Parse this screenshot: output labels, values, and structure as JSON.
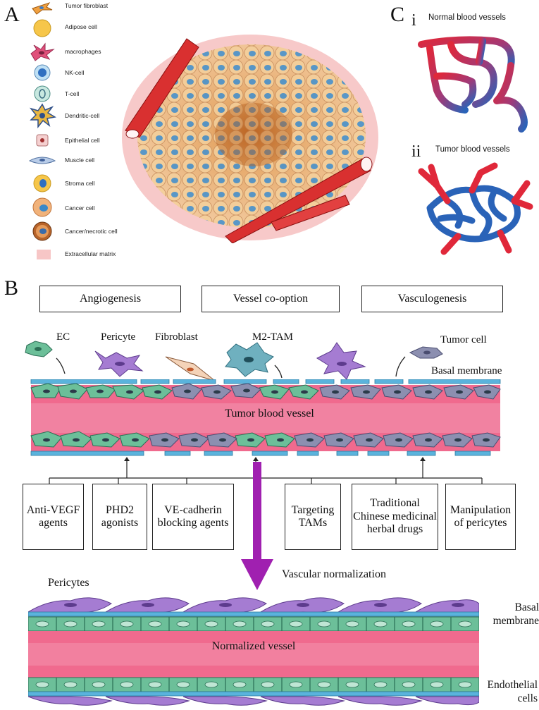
{
  "panel_a": {
    "letter": "A",
    "legend": [
      {
        "label": "Tumor fibroblast",
        "icon": "tumor-fibroblast-icon"
      },
      {
        "label": "Adipose cell",
        "icon": "adipose-cell-icon"
      },
      {
        "label": "macrophages",
        "icon": "macrophage-icon"
      },
      {
        "label": "NK-cell",
        "icon": "nk-cell-icon"
      },
      {
        "label": "T-cell",
        "icon": "t-cell-icon"
      },
      {
        "label": "Dendritic-cell",
        "icon": "dendritic-cell-icon"
      },
      {
        "label": "Epithelial cell",
        "icon": "epithelial-cell-icon"
      },
      {
        "label": "Muscle cell",
        "icon": "muscle-cell-icon"
      },
      {
        "label": "Stroma cell",
        "icon": "stroma-cell-icon"
      },
      {
        "label": "Cancer cell",
        "icon": "cancer-cell-icon"
      },
      {
        "label": "Cancer/necrotic cell",
        "icon": "necrotic-cell-icon"
      },
      {
        "label": "Extracellular matrix",
        "icon": "ecm-swatch"
      }
    ]
  },
  "panel_c": {
    "letter": "C",
    "i_label": "i",
    "i_title": "Normal blood vessels",
    "ii_label": "ii",
    "ii_title": "Tumor blood vessels"
  },
  "panel_b": {
    "letter": "B",
    "top_boxes": [
      "Angiogenesis",
      "Vessel co-option",
      "Vasculogenesis"
    ],
    "cell_labels": {
      "ec": "EC",
      "pericyte": "Pericyte",
      "fibroblast": "Fibroblast",
      "m2_tam": "M2-TAM",
      "tumor_cell": "Tumor cell",
      "basal_membrane": "Basal membrane"
    },
    "vessel_label": "Tumor blood vessel",
    "treatments": [
      "Anti-VEGF agents",
      "PHD2 agonists",
      "VE-cadherin blocking agents",
      "Targeting TAMs",
      "Traditional Chinese medicinal herbal drugs",
      "Manipulation of pericytes"
    ],
    "arrow_label": "Vascular normalization",
    "pericytes_label": "Pericytes",
    "normalized_label": "Normalized vessel",
    "basal_label": "Basal membrane",
    "endothelial_label": "Endothelial cells"
  },
  "colors": {
    "vessel_pink": "#f06a8e",
    "endothelial_green": "#6cbf99",
    "tumor_cell_gray": "#8c8fb0",
    "pericyte_purple": "#a57cd2",
    "basal_blue": "#5ab3dc",
    "arrow_purple": "#a020b0",
    "normal_vessel_red": "#e0283a",
    "normal_vessel_blue": "#2a63b8"
  }
}
